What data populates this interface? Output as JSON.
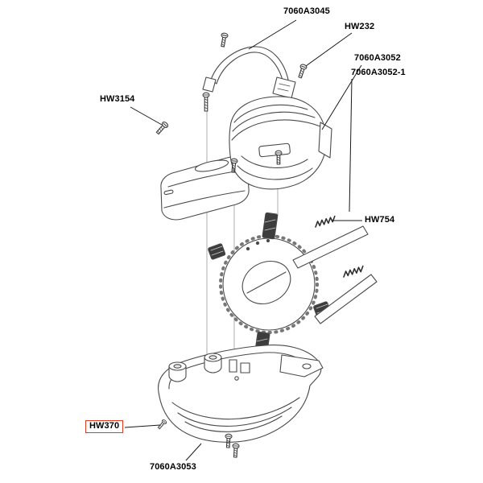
{
  "diagram": {
    "type": "exploded-parts-diagram",
    "background": "#ffffff",
    "highlight_color": "#e23a1e",
    "line_color": "#4a4a4a",
    "labels": [
      {
        "id": "7060A3045",
        "text": "7060A3045",
        "highlighted": false
      },
      {
        "id": "HW232",
        "text": "HW232",
        "highlighted": false
      },
      {
        "id": "7060A3052",
        "text": "7060A3052",
        "highlighted": false
      },
      {
        "id": "7060A3052-1",
        "text": "7060A3052-1",
        "highlighted": false
      },
      {
        "id": "HW3154",
        "text": "HW3154",
        "highlighted": false
      },
      {
        "id": "HW754",
        "text": "HW754",
        "highlighted": false
      },
      {
        "id": "HW370",
        "text": "HW370",
        "highlighted": true
      },
      {
        "id": "7060A3053",
        "text": "7060A3053",
        "highlighted": false
      }
    ]
  }
}
